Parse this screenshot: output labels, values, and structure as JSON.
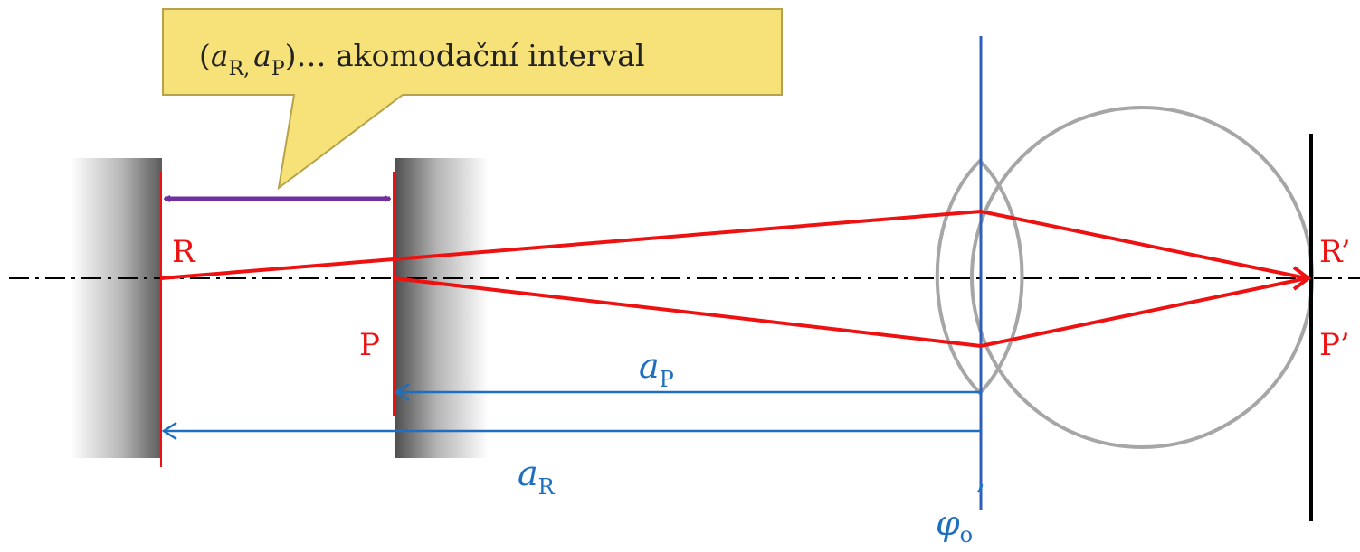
{
  "callout": {
    "open_paren": "(",
    "a_symbol_1": "a",
    "sub_R": "R",
    "comma": ",",
    "a_symbol_2": "a",
    "sub_P": "P",
    "close_paren": ")",
    "rest": "… akomodační interval"
  },
  "labels": {
    "R": "R",
    "P": "P",
    "R_prime": "R’",
    "P_prime": "P’",
    "aP_symbol": "a",
    "aP_sub": "P",
    "aR_symbol": "a",
    "aR_sub": "R",
    "phi_symbol": "φ",
    "phi_sub": "o",
    "phi_prime": "’"
  },
  "colors": {
    "ray": "#ee1111",
    "distance": "#1f6fc1",
    "interval_arrow": "#7030a0",
    "eye": "#a6a6a6",
    "callout_fill": "#f7e27a",
    "callout_stroke": "#b5a24a",
    "lens_plane": "#2e5fbf",
    "retina_plane": "#000000"
  }
}
